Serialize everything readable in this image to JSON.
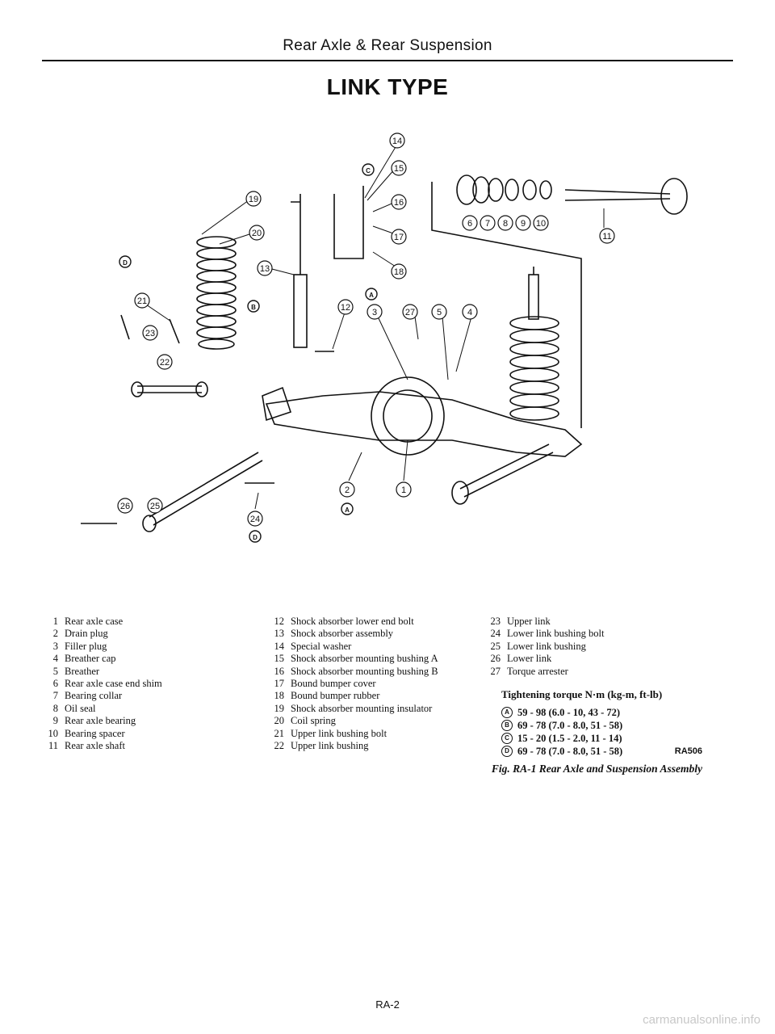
{
  "header": {
    "section": "Rear Axle & Rear Suspension"
  },
  "title": "LINK TYPE",
  "diagram": {
    "callouts": [
      "14",
      "15",
      "16",
      "17",
      "18",
      "19",
      "20",
      "13",
      "12",
      "21",
      "23",
      "22",
      "6",
      "7",
      "8",
      "9",
      "10",
      "11",
      "3",
      "27",
      "5",
      "4",
      "2",
      "1",
      "26",
      "25",
      "24"
    ],
    "torque_marks": [
      "A",
      "B",
      "C",
      "D"
    ]
  },
  "legend": {
    "col1": [
      {
        "num": "1",
        "label": "Rear axle case"
      },
      {
        "num": "2",
        "label": "Drain plug"
      },
      {
        "num": "3",
        "label": "Filler plug"
      },
      {
        "num": "4",
        "label": "Breather cap"
      },
      {
        "num": "5",
        "label": "Breather"
      },
      {
        "num": "6",
        "label": "Rear axle case end shim"
      },
      {
        "num": "7",
        "label": "Bearing collar"
      },
      {
        "num": "8",
        "label": "Oil seal"
      },
      {
        "num": "9",
        "label": "Rear axle bearing"
      },
      {
        "num": "10",
        "label": "Bearing spacer"
      },
      {
        "num": "11",
        "label": "Rear axle shaft"
      }
    ],
    "col2": [
      {
        "num": "12",
        "label": "Shock absorber lower end bolt"
      },
      {
        "num": "13",
        "label": "Shock absorber assembly"
      },
      {
        "num": "14",
        "label": "Special washer"
      },
      {
        "num": "15",
        "label": "Shock absorber mounting bushing A"
      },
      {
        "num": "16",
        "label": "Shock absorber mounting bushing B"
      },
      {
        "num": "17",
        "label": "Bound bumper cover"
      },
      {
        "num": "18",
        "label": "Bound bumper rubber"
      },
      {
        "num": "19",
        "label": "Shock absorber mounting insulator"
      },
      {
        "num": "20",
        "label": "Coil spring"
      },
      {
        "num": "21",
        "label": "Upper link bushing bolt"
      },
      {
        "num": "22",
        "label": "Upper link bushing"
      }
    ],
    "col3": [
      {
        "num": "23",
        "label": "Upper link"
      },
      {
        "num": "24",
        "label": "Lower link bushing bolt"
      },
      {
        "num": "25",
        "label": "Lower link bushing"
      },
      {
        "num": "26",
        "label": "Lower link"
      },
      {
        "num": "27",
        "label": "Torque arrester"
      }
    ]
  },
  "torque": {
    "title": "Tightening torque N·m (kg-m, ft-lb)",
    "items": [
      {
        "mark": "A",
        "value": "59 - 98 (6.0 - 10, 43 - 72)"
      },
      {
        "mark": "B",
        "value": "69 - 78 (7.0 - 8.0, 51 - 58)"
      },
      {
        "mark": "C",
        "value": "15 - 20 (1.5 - 2.0, 11 - 14)"
      },
      {
        "mark": "D",
        "value": "69 - 78 (7.0 - 8.0, 51 - 58)"
      }
    ]
  },
  "ref_code": "RA506",
  "caption": "Fig. RA-1  Rear Axle and Suspension Assembly",
  "footer": "RA-2",
  "watermark": "carmanualsonline.info"
}
